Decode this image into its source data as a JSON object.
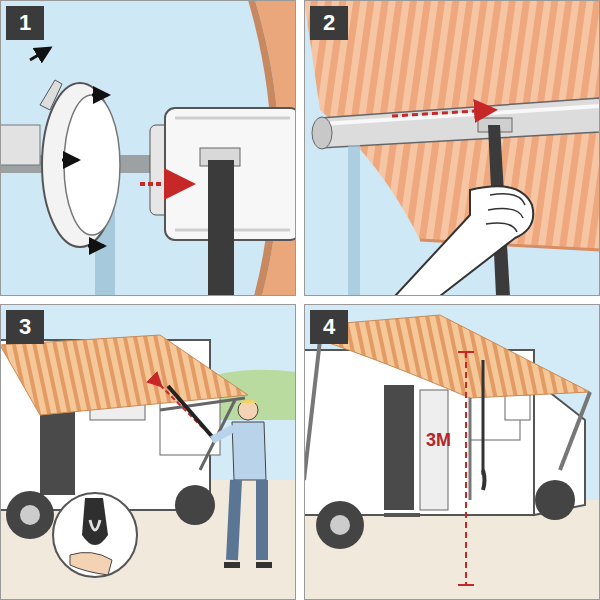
{
  "diagram": {
    "nodes": [
      {
        "text": [
          "1"
        ]
      },
      {
        "text": [
          "2"
        ]
      },
      {
        "text": [
          "3"
        ]
      },
      {
        "text": [
          "4"
        ]
      }
    ],
    "labels": [
      "3M"
    ]
  }
}
